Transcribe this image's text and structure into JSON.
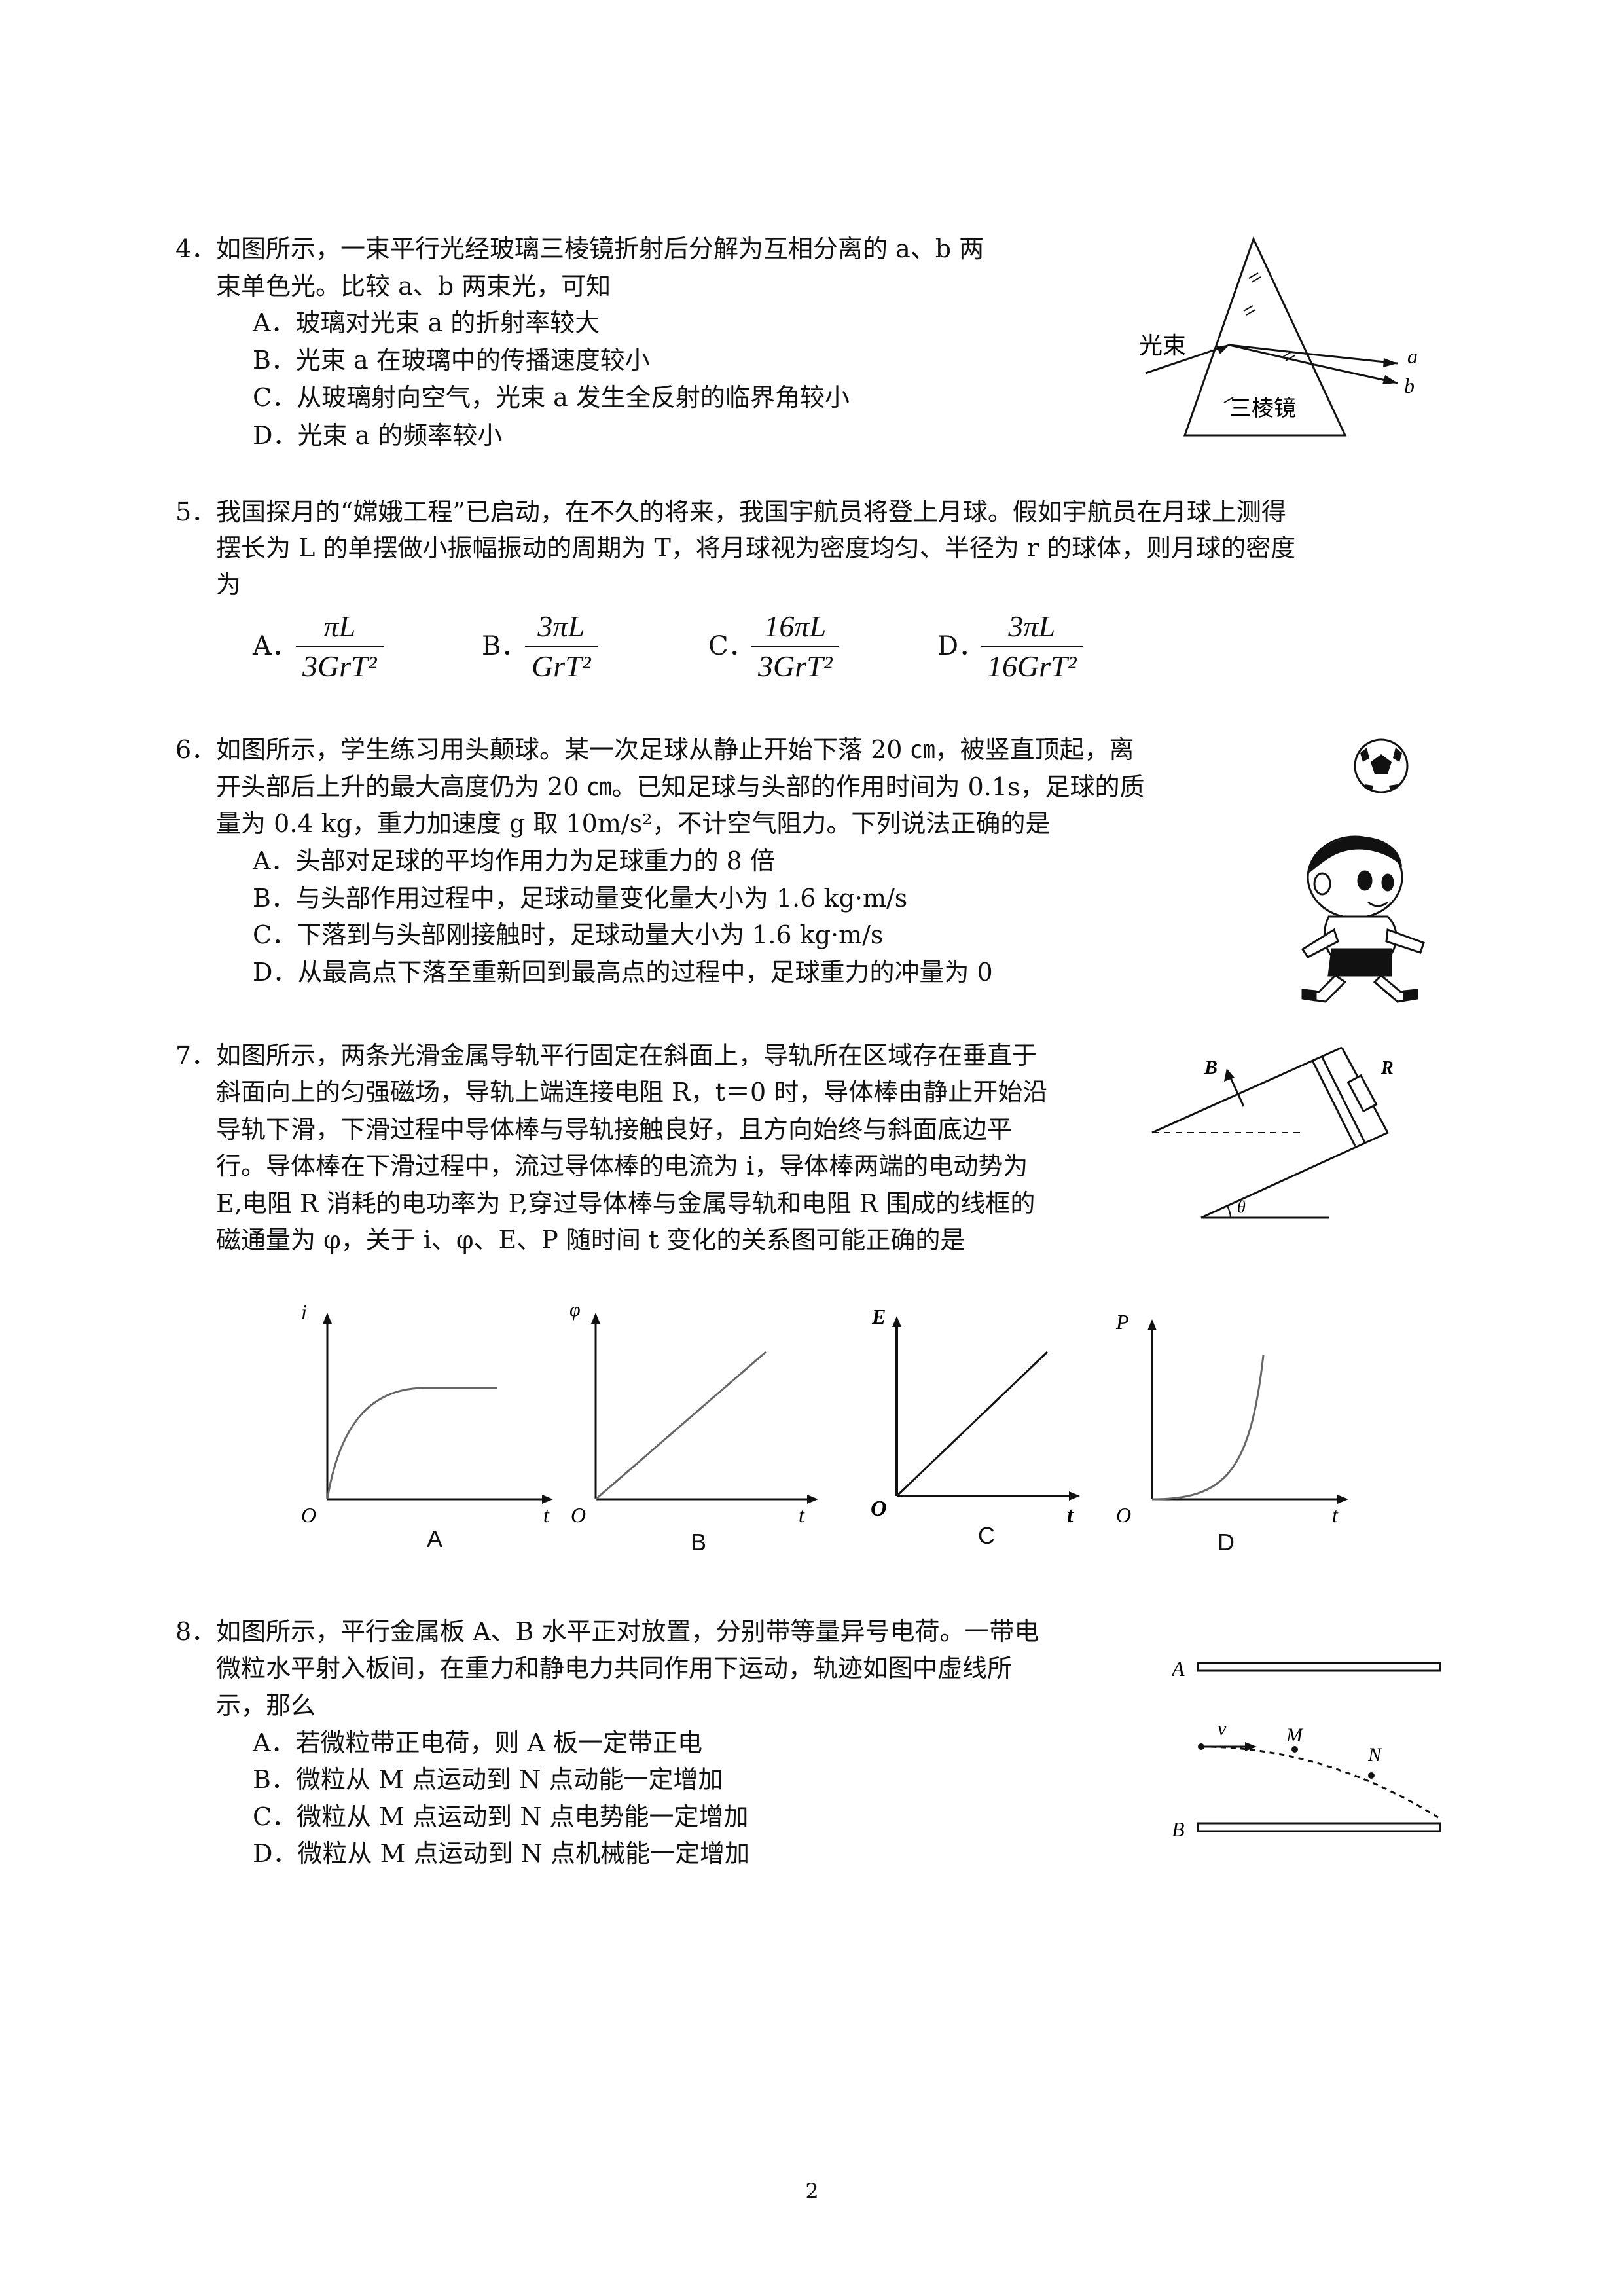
{
  "questions": {
    "q4": {
      "num": "4．",
      "lines": [
        "如图所示，一束平行光经玻璃三棱镜折射后分解为互相分离的 a、b 两",
        "束单色光。比较 a、b 两束光，可知"
      ],
      "options": [
        "A．玻璃对光束 a 的折射率较大",
        "B．光束 a 在玻璃中的传播速度较小",
        "C．从玻璃射向空气，光束 a 发生全反射的临界角较小",
        "D．光束 a 的频率较小"
      ],
      "figure": {
        "light_label": "光束",
        "prism_label": "三棱镜",
        "ray_a": "a",
        "ray_b": "b"
      }
    },
    "q5": {
      "num": "5．",
      "lines": [
        "我国探月的“嫦娥工程”已启动，在不久的将来，我国宇航员将登上月球。假如宇航员在月球上测得",
        "摆长为 L 的单摆做小振幅振动的周期为 T，将月球视为密度均匀、半径为 r 的球体，则月球的密度",
        "为"
      ],
      "options": [
        {
          "label": "A．",
          "num": "πL",
          "den": "3GrT²"
        },
        {
          "label": "B．",
          "num": "3πL",
          "den": "GrT²"
        },
        {
          "label": "C．",
          "num": "16πL",
          "den": "3GrT²"
        },
        {
          "label": "D．",
          "num": "3πL",
          "den": "16GrT²"
        }
      ]
    },
    "q6": {
      "num": "6．",
      "lines": [
        "如图所示，学生练习用头颠球。某一次足球从静止开始下落 20 ㎝，被竖直顶起，离",
        "开头部后上升的最大高度仍为 20 ㎝。已知足球与头部的作用时间为 0.1s，足球的质",
        "量为 0.4 kg，重力加速度 g 取 10m/s²，不计空气阻力。下列说法正确的是"
      ],
      "options": [
        "A．头部对足球的平均作用力为足球重力的 8 倍",
        "B．与头部作用过程中，足球动量变化量大小为 1.6 kg·m/s",
        "C．下落到与头部刚接触时，足球动量大小为 1.6 kg·m/s",
        "D．从最高点下落至重新回到最高点的过程中，足球重力的冲量为 0"
      ]
    },
    "q7": {
      "num": "7．",
      "lines": [
        "如图所示，两条光滑金属导轨平行固定在斜面上，导轨所在区域存在垂直于",
        "斜面向上的匀强磁场，导轨上端连接电阻 R，t＝0 时，导体棒由静止开始沿",
        "导轨下滑，下滑过程中导体棒与导轨接触良好，且方向始终与斜面底边平",
        "行。导体棒在下滑过程中，流过导体棒的电流为 i，导体棒两端的电动势为",
        "E,电阻 R 消耗的电功率为 P,穿过导体棒与金属导轨和电阻 R 围成的线框的",
        "磁通量为 φ，关于 i、φ、E、P 随时间 t 变化的关系图可能正确的是"
      ],
      "figure": {
        "B_label": "B",
        "R_label": "R",
        "theta_label": "θ"
      },
      "graphs": [
        {
          "ylabel": "i",
          "xlabel": "t",
          "origin": "O",
          "caption": "A"
        },
        {
          "ylabel": "φ",
          "xlabel": "t",
          "origin": "O",
          "caption": "B"
        },
        {
          "ylabel": "E",
          "xlabel": "t",
          "origin": "O",
          "caption": "C"
        },
        {
          "ylabel": "P",
          "xlabel": "t",
          "origin": "O",
          "caption": "D"
        }
      ]
    },
    "q8": {
      "num": "8．",
      "lines": [
        "如图所示，平行金属板 A、B 水平正对放置，分别带等量异号电荷。一带电",
        "微粒水平射入板间，在重力和静电力共同作用下运动，轨迹如图中虚线所",
        "示，那么"
      ],
      "options": [
        "A．若微粒带正电荷，则 A 板一定带正电",
        "B．微粒从 M 点运动到 N 点动能一定增加",
        "C．微粒从 M 点运动到 N 点电势能一定增加",
        "D．微粒从 M 点运动到 N 点机械能一定增加"
      ],
      "figure": {
        "plate_a": "A",
        "plate_b": "B",
        "v_label": "v",
        "m_label": "M",
        "n_label": "N"
      }
    }
  },
  "page_number": "2"
}
